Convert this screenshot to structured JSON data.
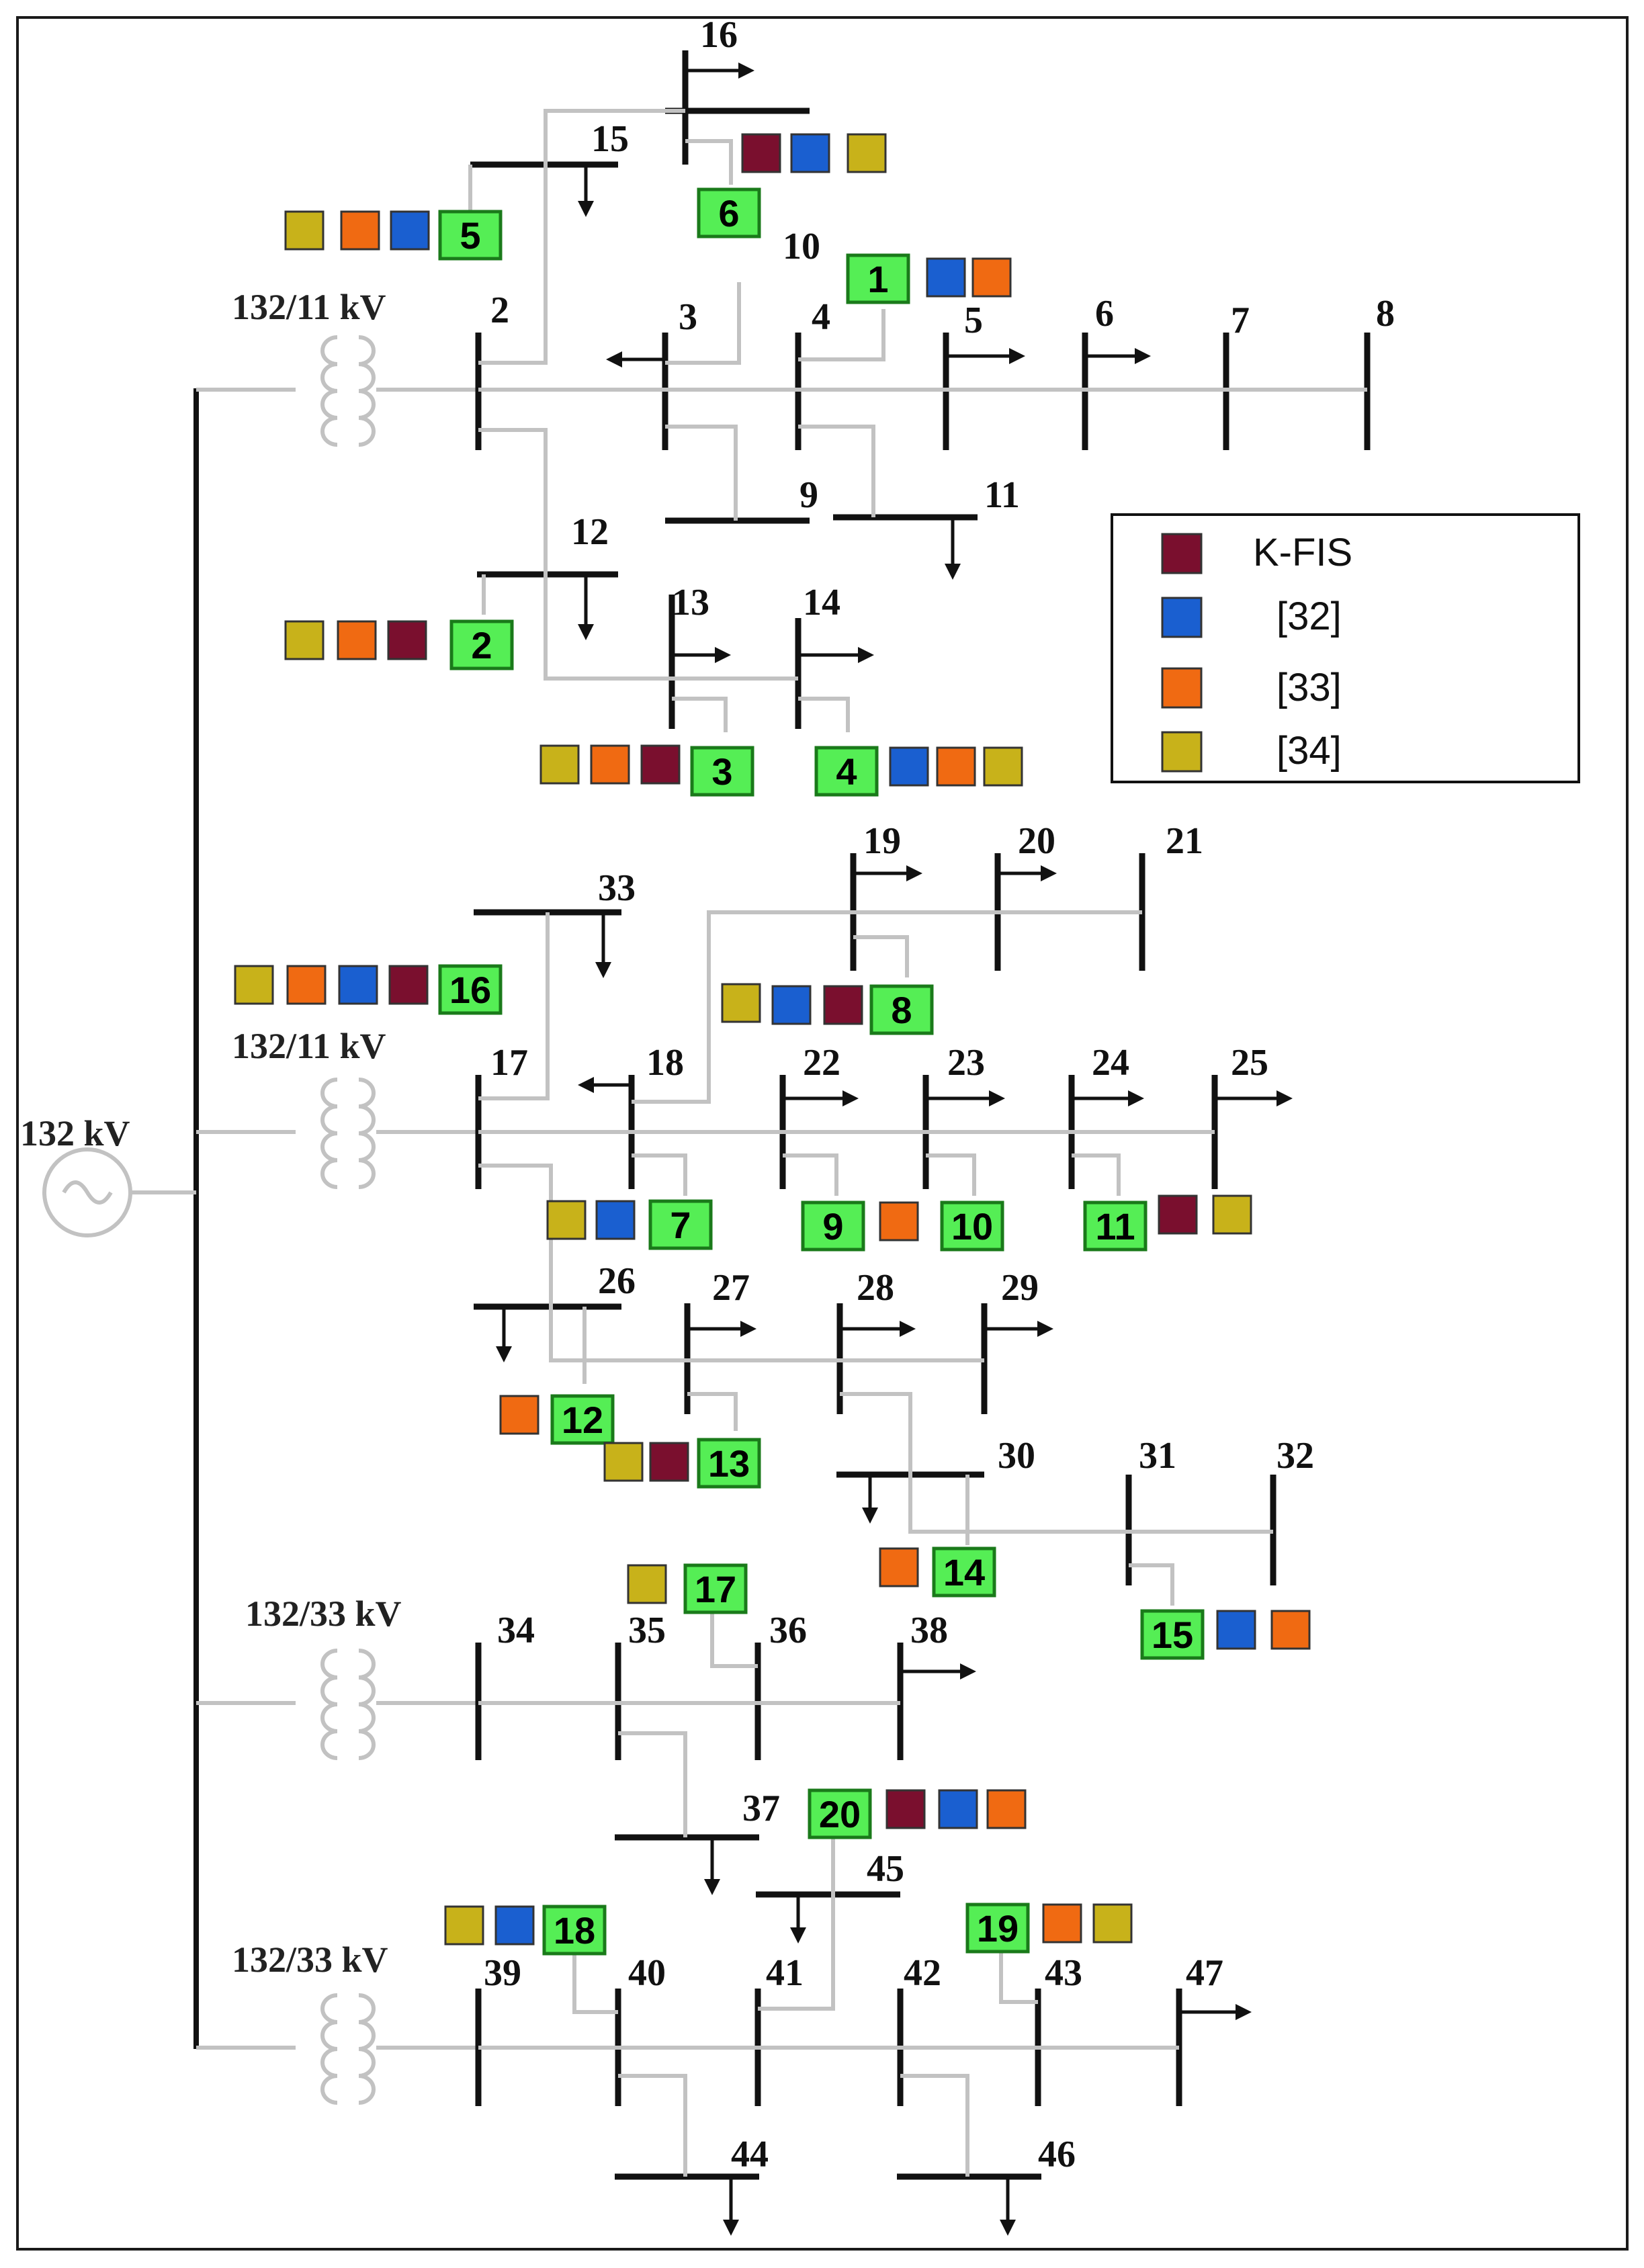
{
  "source_label": "132 kV",
  "transformer_labels": [
    "132/11 kV",
    "132/11 kV",
    "132/33 kV",
    "132/33 kV"
  ],
  "legend": [
    {
      "method": "K-FIS",
      "color": "#7a0f2e"
    },
    {
      "method": "[32]",
      "color": "#1a5fd0"
    },
    {
      "method": "[33]",
      "color": "#f06a12"
    },
    {
      "method": "[34]",
      "color": "#c8b21a"
    }
  ],
  "bus_labels": [
    "2",
    "3",
    "4",
    "5",
    "6",
    "7",
    "8",
    "9",
    "10",
    "11",
    "12",
    "13",
    "14",
    "15",
    "16",
    "17",
    "18",
    "19",
    "20",
    "21",
    "22",
    "23",
    "24",
    "25",
    "26",
    "27",
    "28",
    "29",
    "30",
    "31",
    "32",
    "33",
    "34",
    "35",
    "36",
    "37",
    "38",
    "39",
    "40",
    "41",
    "42",
    "43",
    "44",
    "45",
    "46",
    "47"
  ],
  "units": [
    {
      "id": "1",
      "methods": [
        "[32]",
        "[33]"
      ]
    },
    {
      "id": "2",
      "methods": [
        "[34]",
        "[33]",
        "K-FIS"
      ]
    },
    {
      "id": "3",
      "methods": [
        "[34]",
        "[33]",
        "K-FIS"
      ]
    },
    {
      "id": "4",
      "methods": [
        "[32]",
        "[33]",
        "[34]"
      ]
    },
    {
      "id": "5",
      "methods": [
        "[34]",
        "[33]",
        "[32]"
      ]
    },
    {
      "id": "6",
      "methods": [
        "K-FIS",
        "[32]",
        "[34]"
      ]
    },
    {
      "id": "7",
      "methods": [
        "[34]",
        "[32]"
      ]
    },
    {
      "id": "8",
      "methods": [
        "[34]",
        "[32]",
        "K-FIS"
      ]
    },
    {
      "id": "9",
      "methods": [
        "[33]"
      ]
    },
    {
      "id": "10",
      "methods": []
    },
    {
      "id": "11",
      "methods": [
        "K-FIS",
        "[34]"
      ]
    },
    {
      "id": "12",
      "methods": [
        "[33]"
      ]
    },
    {
      "id": "13",
      "methods": [
        "[34]",
        "K-FIS"
      ]
    },
    {
      "id": "14",
      "methods": [
        "[33]"
      ]
    },
    {
      "id": "15",
      "methods": [
        "[32]",
        "[33]"
      ]
    },
    {
      "id": "16",
      "methods": [
        "[34]",
        "[33]",
        "[32]",
        "K-FIS"
      ]
    },
    {
      "id": "17",
      "methods": [
        "[34]"
      ]
    },
    {
      "id": "18",
      "methods": [
        "[34]",
        "[32]"
      ]
    },
    {
      "id": "19",
      "methods": [
        "[33]",
        "[34]"
      ]
    },
    {
      "id": "20",
      "methods": [
        "K-FIS",
        "[32]",
        "[33]"
      ]
    }
  ]
}
